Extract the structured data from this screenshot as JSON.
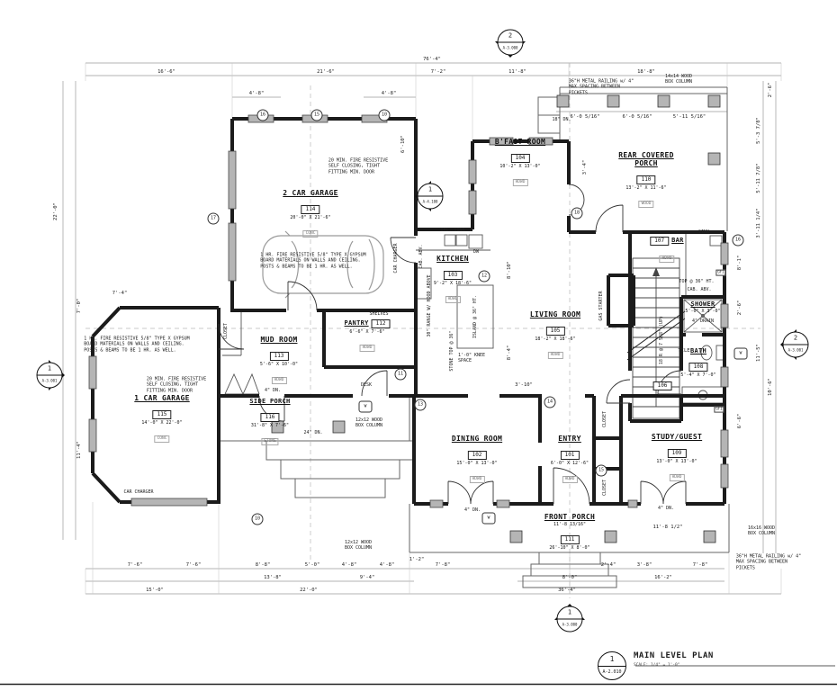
{
  "sheet": {
    "bottom_title": {
      "detail_number": "1",
      "sheet_number": "A-2.010",
      "title": "MAIN LEVEL PLAN",
      "scale": "SCALE:  1/4\" = 1'-0\""
    }
  },
  "rooms": {
    "entry": {
      "name": "ENTRY",
      "number": "101",
      "size": "6'-0\" X 12'-6\"",
      "finish": "HDWD"
    },
    "dining": {
      "name": "DINING ROOM",
      "number": "102",
      "size": "15'-0\" X 13'-0\"",
      "finish": "HDWD"
    },
    "kitchen": {
      "name": "KITCHEN",
      "number": "103",
      "size": "9'-2\" X 18'-6\"",
      "finish": "HDWD"
    },
    "bfast": {
      "name": "B'FAST ROOM",
      "number": "104",
      "size": "10'-2\" X 13'-0\"",
      "finish": "HDWD"
    },
    "living": {
      "name": "LIVING ROOM",
      "number": "105",
      "size": "18'-2\" X 18'-6\"",
      "finish": "HDWD"
    },
    "hall": {
      "number": "106"
    },
    "bar": {
      "name": "BAR",
      "number": "107",
      "finish": "HDWD"
    },
    "bath": {
      "name": "BATH",
      "number": "108",
      "size": "5'-4\" X 7'-0\"",
      "finish": "TILE"
    },
    "study": {
      "name": "STUDY/GUEST",
      "number": "109",
      "size": "13'-0\" X 13'-0\"",
      "finish": "HDWD"
    },
    "rear_porch": {
      "name": "REAR COVERED\nPORCH",
      "number": "110",
      "size": "13'-2\" X 11'-6\"",
      "finish": "WOOD"
    },
    "front_porch": {
      "name": "FRONT PORCH",
      "number": "111",
      "size": "26'-10\" X 8'-0\"",
      "sub_dim": "11'-8 13/16\""
    },
    "pantry": {
      "name": "PANTRY",
      "number": "112",
      "size": "6'-6\" X 7'-6\"",
      "finish": "HDWD"
    },
    "mud": {
      "name": "MUD ROOM",
      "number": "113",
      "size": "5'-6\" X 10'-0\"",
      "finish": "HDWD"
    },
    "garage2": {
      "name": "2 CAR GARAGE",
      "number": "114",
      "size": "20'-0\" X 21'-6\"",
      "finish": "CONC"
    },
    "garage1": {
      "name": "1 CAR GARAGE",
      "number": "115",
      "size": "14'-0\" X 22'-0\"",
      "finish": "CONC"
    },
    "side_porch": {
      "name": "SIDE PORCH",
      "number": "116",
      "size": "31'-8\" X 7'-6\"",
      "finish": "STONE"
    },
    "shower": {
      "name": "SHOWER",
      "size": "5'-0\" X 3'-0\""
    }
  },
  "markers": {
    "top": {
      "number": "2",
      "sheet": "A-3.000"
    },
    "bottom": {
      "number": "1",
      "sheet": "A-3.000"
    },
    "left": {
      "number": "1",
      "sheet": "A-3.001"
    },
    "right": {
      "number": "2",
      "sheet": "A-3.001"
    },
    "interior": {
      "number": "1",
      "sheet": "A-4.100"
    }
  },
  "notes": {
    "fire_door": "20 MIN. FIRE RESISTIVE\nSELF CLOSING, TIGHT\nFITTING MIN. DOOR",
    "fire_wall": "1 HR. FIRE RESISTIVE 5/8\" TYPE X GYPSUM\nBOARD MATERIALS ON WALLS AND CEILING.\nPOSTS & BEAMS TO BE 1 HR. AS WELL.",
    "railing": "36\"H METAL RAILING w/ 4\"\nMAX SPACING BETWEEN\nPICKETS",
    "col_14": "14x14 WOOD\nBOX COLUMN",
    "col_16": "16x16 WOOD\nBOX COLUMN",
    "col_12": "12x12 WOOD\nBOX COLUMN",
    "car_charger": "CAR CHARGER",
    "shelves": "SHELVES",
    "desk": "DESK",
    "dbl_sink": "DBL. SINK",
    "dw": "DW",
    "sink": "SINK",
    "gfi": "GFI",
    "cab_abv": "CAB. ABV.",
    "top_36": "TOP @ 36\" HT.",
    "island_36": "ISLAND @ 36\" HT.",
    "stone_top": "STONE TOP @ 36\"",
    "knee_space": "1'-0\" KNEE\nSPACE",
    "range": "30\" RANGE\nW/ HOOD ABOVE",
    "gas_starter": "GAS STARTER",
    "stair_rise": "18 R @ 7 5/8\" (UP)",
    "drain": "4\" DRAIN",
    "dn_24": "24\" DN.",
    "dn_18": "18\" DN.",
    "dn_4": "4\" DN.",
    "closet": "CLOSET"
  },
  "dimensions": {
    "top": [
      "76'-4\"",
      "16'-6\"",
      "21'-6\"",
      "7'-2\"",
      "11'-8\"",
      "18'-8\"",
      "4'-8\"",
      "4'-8\"",
      "6'-0 5/16\"",
      "6'-0 5/16\"",
      "5'-11 5/16\""
    ],
    "bottom": [
      "7'-6\"",
      "7'-6\"",
      "8'-8\"",
      "5'-0\"",
      "4'-8\"",
      "4'-8\"",
      "1'-2\"",
      "7'-8\"",
      "13'-8\"",
      "9'-4\"",
      "15'-0\"",
      "22'-0\"",
      "8'-0\"",
      "2'-4\"",
      "3'-8\"",
      "16'-2\"",
      "7'-8\"",
      "36'-4\"",
      "11'-8 1/2\""
    ],
    "left": [
      "22'-0\"",
      "7'-4\"",
      "7'-0\"",
      "11'-4\""
    ],
    "right": [
      "2'-6\"",
      "5'-3 7/8\"",
      "5'-11 7/8\"",
      "3'-11 1/4\"",
      "8'-1\"",
      "2'-6\"",
      "11'-5\"",
      "10'-6\"",
      "6'-6\""
    ],
    "interior": [
      "8'-10\"",
      "8'-4\"",
      "3'-10\"",
      "3'-4\"",
      "6'-10\""
    ]
  },
  "tags": {
    "circle": [
      "16",
      "15",
      "10",
      "17",
      "12",
      "18",
      "11",
      "13",
      "14",
      "15",
      "10",
      "16"
    ],
    "hex": [
      "W",
      "W",
      "W"
    ]
  },
  "colors": {
    "line": "#1b1b1b",
    "light_line": "#8a8a8a",
    "fill_gray": "#b5b5b5",
    "paper": "#ffffff"
  }
}
